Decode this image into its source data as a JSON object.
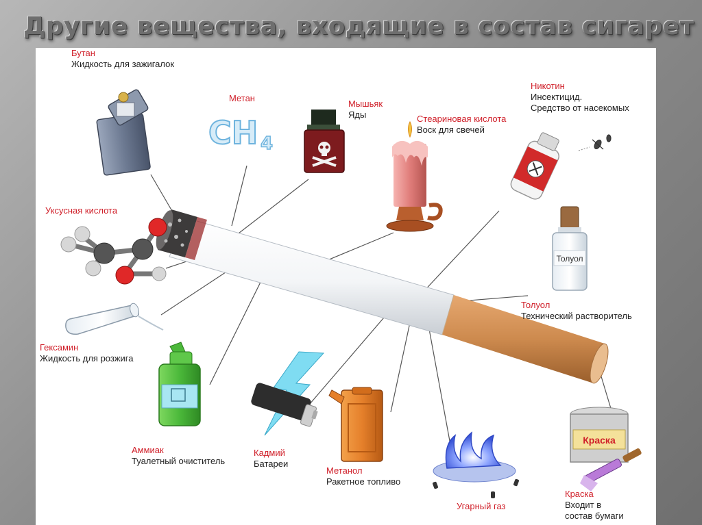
{
  "title": "Другие вещества, входящие в состав сигарет",
  "items": [
    {
      "name": "Бутан",
      "lines": [
        "Жидкость для зажигалок"
      ]
    },
    {
      "name": "Метан",
      "lines": []
    },
    {
      "name": "Мышьяк",
      "lines": [
        "Яды"
      ]
    },
    {
      "name": "Стеариновая кислота",
      "lines": [
        "Воск для свечей"
      ]
    },
    {
      "name": "Никотин",
      "lines": [
        "Инсектицид.",
        "Средство от насекомых"
      ]
    },
    {
      "name": "Уксусная кислота",
      "lines": []
    },
    {
      "name": "Толуол",
      "lines": [
        "Технический растворитель"
      ]
    },
    {
      "name": "Гексамин",
      "lines": [
        "Жидкость для розжига"
      ]
    },
    {
      "name": "Аммиак",
      "lines": [
        "Туалетный очиститель"
      ]
    },
    {
      "name": "Кадмий",
      "lines": [
        "Батареи"
      ]
    },
    {
      "name": "Метанол",
      "lines": [
        "Ракетное топливо"
      ]
    },
    {
      "name": "Угарный газ",
      "lines": []
    },
    {
      "name": "Краска",
      "lines": [
        "Входит в",
        "состав бумаги"
      ]
    }
  ],
  "image_texts": {
    "methane_formula": "CH4",
    "toluene_bottle": "Толуол",
    "paint_can": "Краска"
  },
  "icons": {
    "butane": "lighter-icon",
    "methane": "methane-formula-icon",
    "arsenic": "poison-bottle-icon",
    "stearic": "candle-icon",
    "nicotine": "insecticide-spray-icon",
    "acetic": "molecule-icon",
    "toluene": "toluene-bottle-icon",
    "hexamine": "test-tube-icon",
    "ammonia": "cleaner-bottle-icon",
    "cadmium": "battery-icon",
    "methanol": "fuel-canister-icon",
    "co": "gas-flame-icon",
    "paint": "paint-can-icon"
  },
  "colors": {
    "label_red": "#d0202a",
    "filter_orange": "#cd8a4e",
    "paper_white": "#f2f4f6",
    "leader_line": "#555555"
  }
}
